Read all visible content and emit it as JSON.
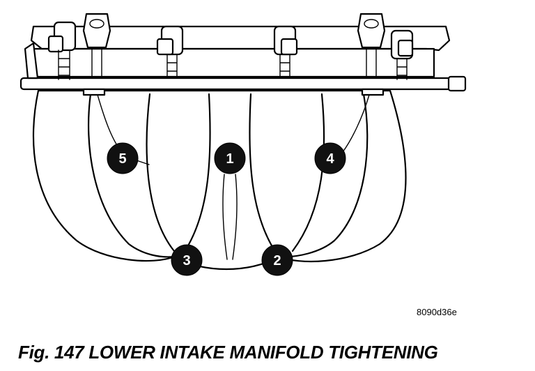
{
  "figure": {
    "ref_code": "8090d36e",
    "caption": "Fig. 147 LOWER INTAKE MANIFOLD TIGHTENING",
    "sequence": [
      {
        "label": "1"
      },
      {
        "label": "2"
      },
      {
        "label": "3"
      },
      {
        "label": "4"
      },
      {
        "label": "5"
      }
    ]
  }
}
